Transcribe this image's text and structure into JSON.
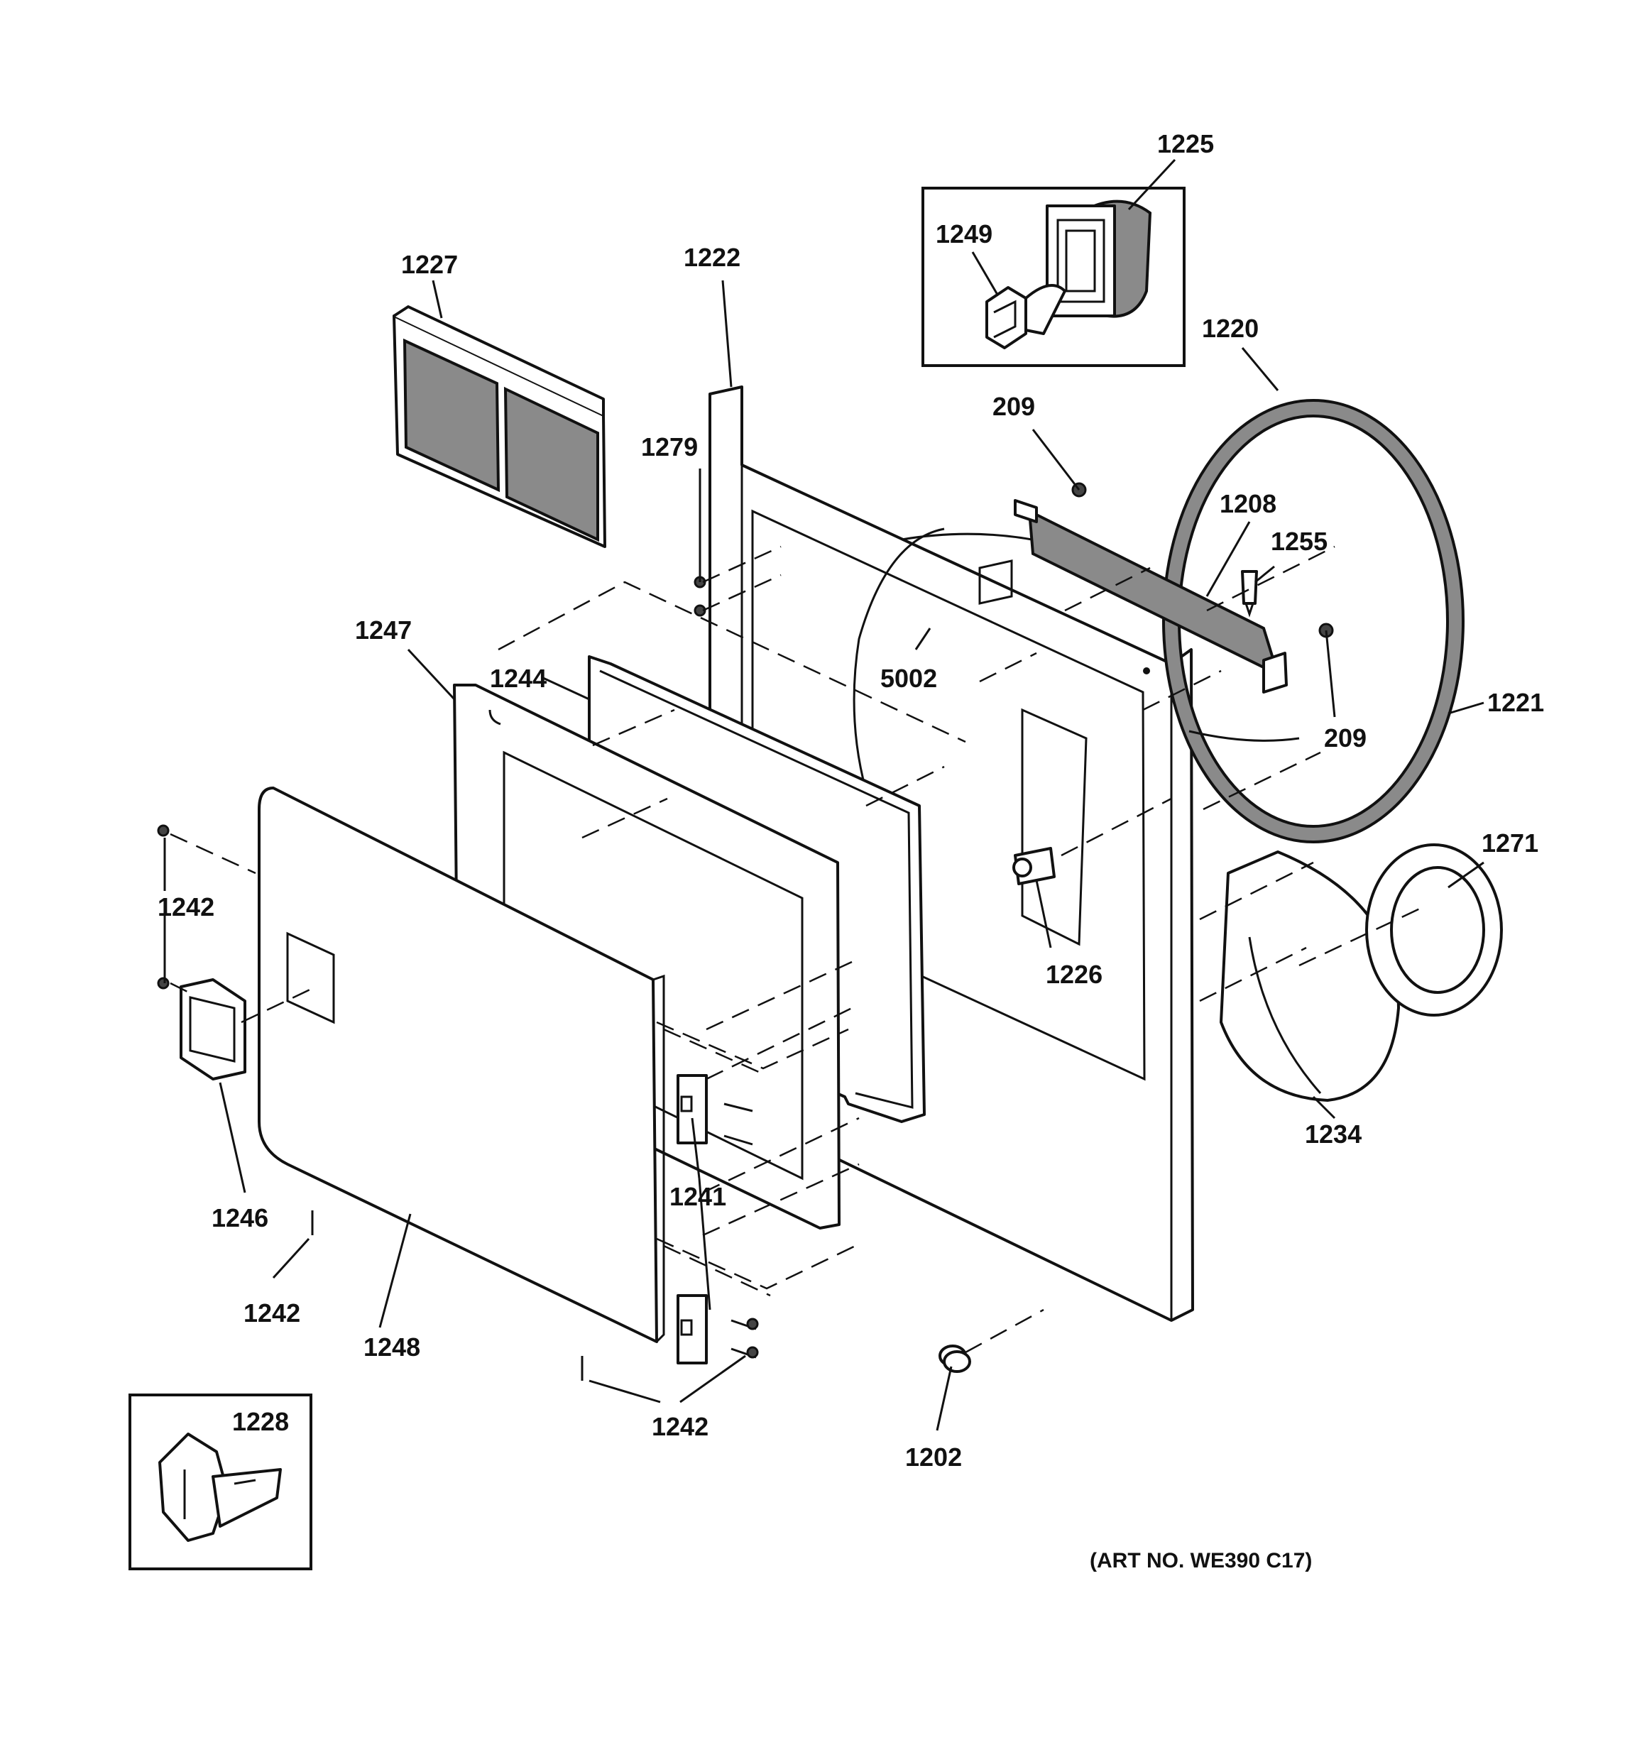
{
  "labels": {
    "p1225": "1225",
    "p1249": "1249",
    "p1227": "1227",
    "p1222": "1222",
    "p1220": "1220",
    "p209a": "209",
    "p1279": "1279",
    "p1208": "1208",
    "p1255": "1255",
    "p1247": "1247",
    "p1244": "1244",
    "p5002": "5002",
    "p1221": "1221",
    "p209b": "209",
    "p1271": "1271",
    "p1242a": "1242",
    "p1226": "1226",
    "p1234": "1234",
    "p1241": "1241",
    "p1246": "1246",
    "p1242b": "1242",
    "p1248": "1248",
    "p1242c": "1242",
    "p1228": "1228",
    "p1202": "1202"
  },
  "art_number": "(ART NO. WE390 C17)"
}
